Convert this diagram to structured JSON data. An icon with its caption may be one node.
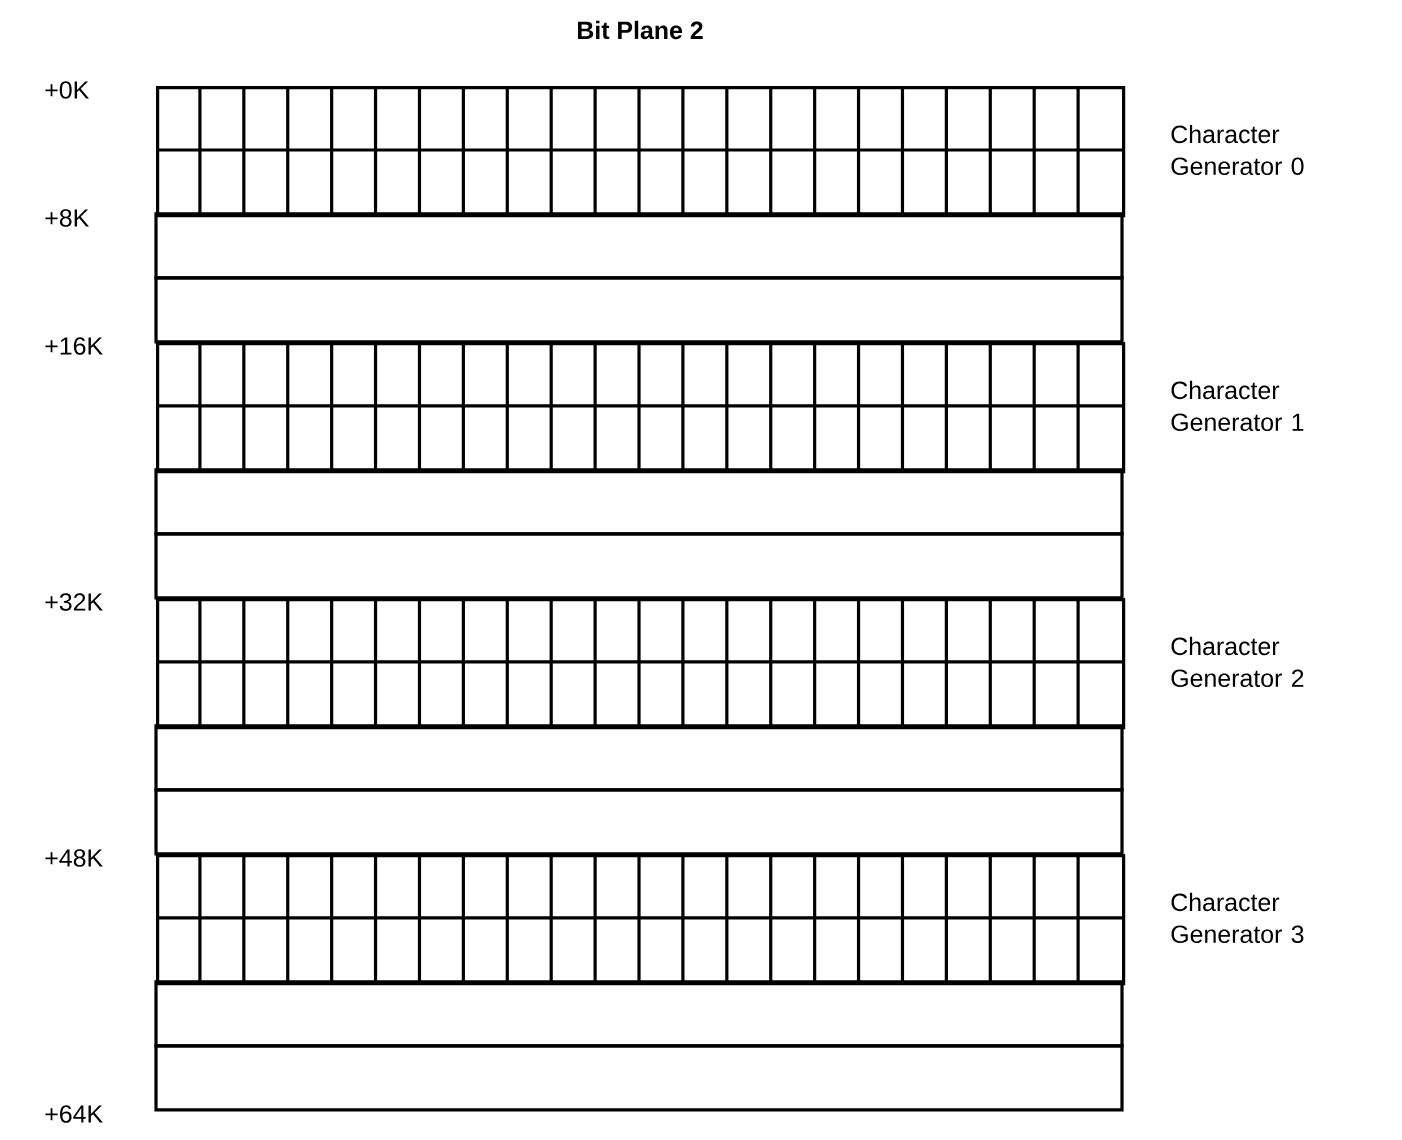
{
  "diagram": {
    "title": "Bit Plane 2",
    "nodes": [
      {
        "text": [],
        "shape": "bar",
        "beside": [
          "Character Generator 0"
        ]
      },
      {
        "text": [],
        "shape": "bar",
        "beside": [
          "Character Generator 1"
        ]
      },
      {
        "text": [],
        "shape": "bar",
        "beside": [
          "Character Generator 2"
        ]
      },
      {
        "text": [],
        "shape": "bar",
        "beside": [
          "Character Generator 3"
        ]
      }
    ],
    "labels": [
      "+0K",
      "+8K",
      "+16K",
      "+32K",
      "+48K",
      "+64K"
    ]
  }
}
